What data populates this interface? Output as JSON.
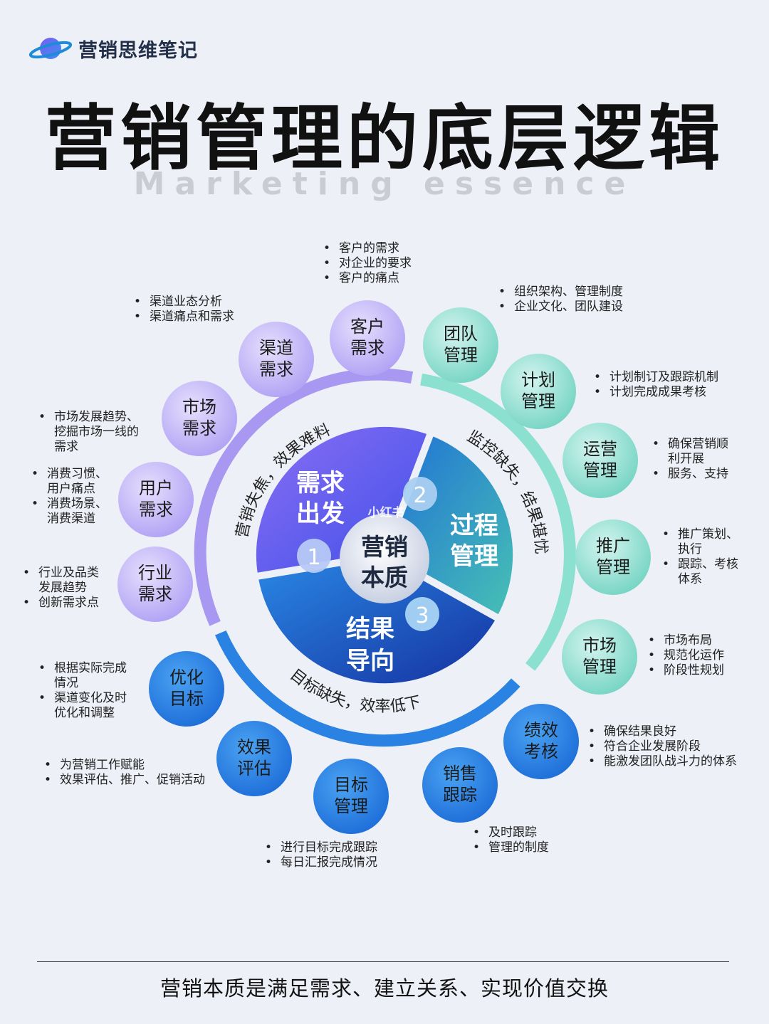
{
  "brand": {
    "name": "营销思维笔记",
    "logo_icon": "planet-logo-icon"
  },
  "title": "营销管理的底层逻辑",
  "subtitle": "Marketing essence",
  "center": {
    "line1": "营销",
    "line2": "本质"
  },
  "watermark": "小红书",
  "segments": [
    {
      "number": "1",
      "line1": "需求",
      "line2": "出发",
      "color": "#6a5cf0"
    },
    {
      "number": "2",
      "line1": "过程",
      "line2": "管理",
      "color": "#1b8fb0"
    },
    {
      "number": "3",
      "line1": "结果",
      "line2": "导向",
      "color": "#1d4fc4"
    }
  ],
  "arc_labels": {
    "left": "营销失焦，效果难料",
    "right": "监控缺失，结果堪忧",
    "bottom": "目标缺失，效率低下"
  },
  "bubbles": [
    {
      "id": "customer",
      "line1": "客户",
      "line2": "需求",
      "group": "demand",
      "notes": [
        "客户的需求",
        "对企业的要求",
        "客户的痛点"
      ]
    },
    {
      "id": "channel",
      "line1": "渠道",
      "line2": "需求",
      "group": "demand",
      "notes": [
        "渠道业态分析",
        "渠道痛点和需求"
      ]
    },
    {
      "id": "market-demand",
      "line1": "市场",
      "line2": "需求",
      "group": "demand",
      "notes": [
        "市场发展趋势、\n挖掘市场一线的\n需求"
      ]
    },
    {
      "id": "user",
      "line1": "用户",
      "line2": "需求",
      "group": "demand",
      "notes": [
        "消费习惯、\n用户痛点",
        "消费场景、\n消费渠道"
      ]
    },
    {
      "id": "industry",
      "line1": "行业",
      "line2": "需求",
      "group": "demand",
      "notes": [
        "行业及品类\n发展趋势",
        "创新需求点"
      ]
    },
    {
      "id": "team",
      "line1": "团队",
      "line2": "管理",
      "group": "process",
      "notes": [
        "组织架构、管理制度",
        "企业文化、团队建设"
      ]
    },
    {
      "id": "plan",
      "line1": "计划",
      "line2": "管理",
      "group": "process",
      "notes": [
        "计划制订及跟踪机制",
        "计划完成成果考核"
      ]
    },
    {
      "id": "operation",
      "line1": "运营",
      "line2": "管理",
      "group": "process",
      "notes": [
        "确保营销顺\n利开展",
        "服务、支持"
      ]
    },
    {
      "id": "promotion",
      "line1": "推广",
      "line2": "管理",
      "group": "process",
      "notes": [
        "推广策划、\n执行",
        "跟踪、考核\n体系"
      ]
    },
    {
      "id": "market-mgmt",
      "line1": "市场",
      "line2": "管理",
      "group": "process",
      "notes": [
        "市场布局",
        "规范化运作",
        "阶段性规划"
      ]
    },
    {
      "id": "performance",
      "line1": "绩效",
      "line2": "考核",
      "group": "result",
      "notes": [
        "确保结果良好",
        "符合企业发展阶段",
        "能激发团队战斗力的体系"
      ]
    },
    {
      "id": "sales",
      "line1": "销售",
      "line2": "跟踪",
      "group": "result",
      "notes": [
        "及时跟踪",
        "管理的制度"
      ]
    },
    {
      "id": "target",
      "line1": "目标",
      "line2": "管理",
      "group": "result",
      "notes": [
        "进行目标完成跟踪",
        "每日汇报完成情况"
      ]
    },
    {
      "id": "evaluation",
      "line1": "效果",
      "line2": "评估",
      "group": "result",
      "notes": [
        "为营销工作赋能",
        "效果评估、推广、促销活动"
      ]
    },
    {
      "id": "optimize",
      "line1": "优化",
      "line2": "目标",
      "group": "result",
      "notes": [
        "根据实际完成\n情况",
        "渠道变化及时\n优化和调整"
      ]
    }
  ],
  "group_colors": {
    "demand": "#b2a3f5",
    "process": "#7ad8c6",
    "result": "#2e7fe0"
  },
  "footer": "营销本质是满足需求、建立关系、实现价值交换"
}
